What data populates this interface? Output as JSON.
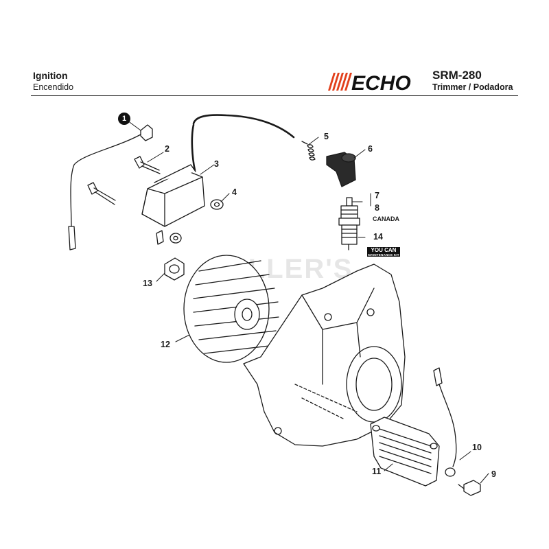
{
  "header": {
    "title": "Ignition",
    "subtitle": "Encendido",
    "brand": "ECHO",
    "model": "SRM-280",
    "model_sub": "Trimmer / Podadora"
  },
  "watermark": "CULLER'S",
  "callouts": [
    "1",
    "2",
    "3",
    "4",
    "5",
    "6",
    "7",
    "8",
    "14",
    "13",
    "12",
    "11",
    "10",
    "9"
  ],
  "notes": {
    "canada": "CANADA",
    "badge_main": "YOU CAN",
    "badge_sub": "MAINTENANCE KIT"
  },
  "colors": {
    "brand_red": "#e2401c",
    "ink": "#1a1a1a"
  }
}
